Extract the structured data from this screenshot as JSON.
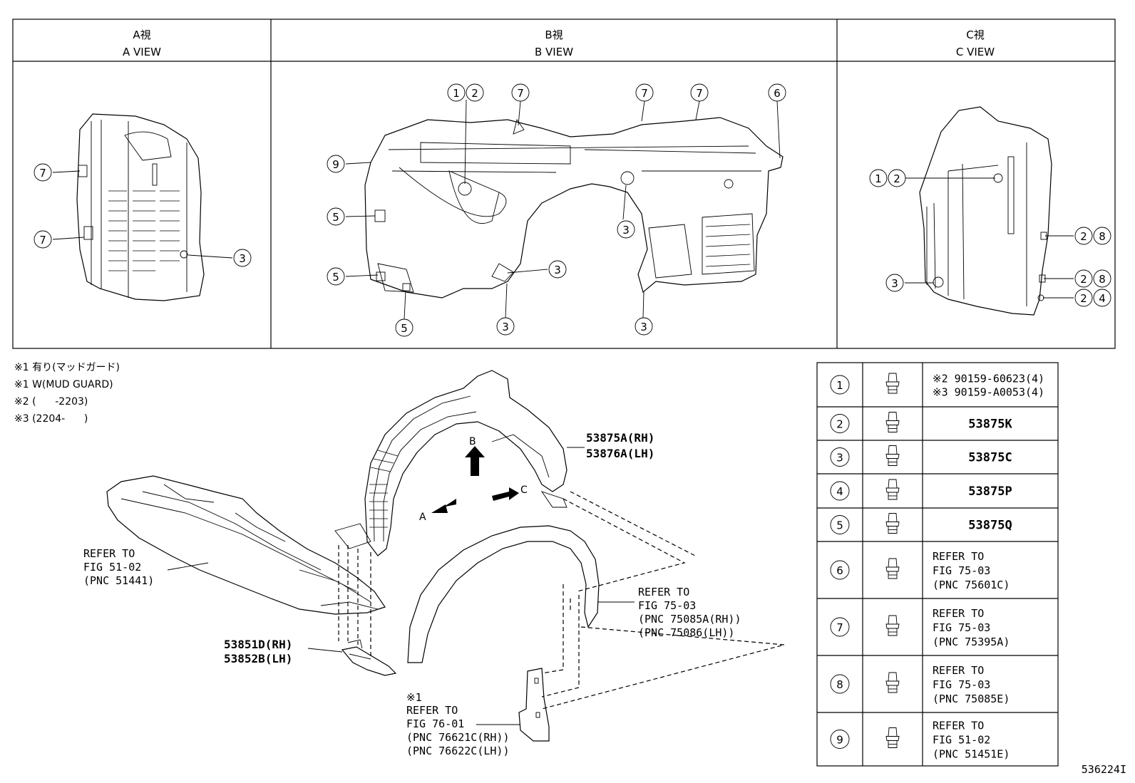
{
  "views": {
    "a": {
      "title_jp": "A視",
      "title_en": "A VIEW"
    },
    "b": {
      "title_jp": "B視",
      "title_en": "B VIEW"
    },
    "c": {
      "title_jp": "C視",
      "title_en": "C VIEW"
    }
  },
  "callout_numbers": {
    "n1": "1",
    "n2": "2",
    "n3": "3",
    "n4": "4",
    "n5": "5",
    "n6": "6",
    "n7": "7",
    "n8": "8",
    "n9": "9"
  },
  "notes": [
    "※1 有り(マッドガード)",
    "※1 W(MUD GUARD)",
    "※2 (      -2203)",
    "※3 (2204-      )"
  ],
  "main_labels": {
    "liner_rh": "53875A(RH)",
    "liner_lh": "53876A(LH)",
    "seal_rh": "53851D(RH)",
    "seal_lh": "53852B(LH)",
    "undercover_refer": "REFER TO",
    "undercover_fig": "FIG 51-02",
    "undercover_pnc": "(PNC 51441)",
    "molding_refer": "REFER TO",
    "molding_fig": "FIG 75-03",
    "molding_pnc_rh": "(PNC 75085A(RH))",
    "molding_pnc_lh": "(PNC 75086(LH))",
    "mud_note": "※1",
    "mud_refer": "REFER TO",
    "mud_fig": "FIG 76-01",
    "mud_pnc_rh": "(PNC 76621C(RH))",
    "mud_pnc_lh": "(PNC 76622C(LH))",
    "arrow_a": "A",
    "arrow_b": "B",
    "arrow_c": "C"
  },
  "parts_table": [
    {
      "num": "1",
      "lines": [
        "※2 90159-60623(4)",
        "※3 90159-A0053(4)"
      ]
    },
    {
      "num": "2",
      "lines": [
        "53875K"
      ]
    },
    {
      "num": "3",
      "lines": [
        "53875C"
      ]
    },
    {
      "num": "4",
      "lines": [
        "53875P"
      ]
    },
    {
      "num": "5",
      "lines": [
        "53875Q"
      ]
    },
    {
      "num": "6",
      "lines": [
        "REFER TO",
        "FIG 75-03",
        "(PNC 75601C)"
      ]
    },
    {
      "num": "7",
      "lines": [
        "REFER TO",
        "FIG 75-03",
        "(PNC 75395A)"
      ]
    },
    {
      "num": "8",
      "lines": [
        "REFER TO",
        "FIG 75-03",
        "(PNC 75085E)"
      ]
    },
    {
      "num": "9",
      "lines": [
        "REFER TO",
        "FIG 51-02",
        "(PNC 51451E)"
      ]
    }
  ],
  "figure_id": "536224I"
}
